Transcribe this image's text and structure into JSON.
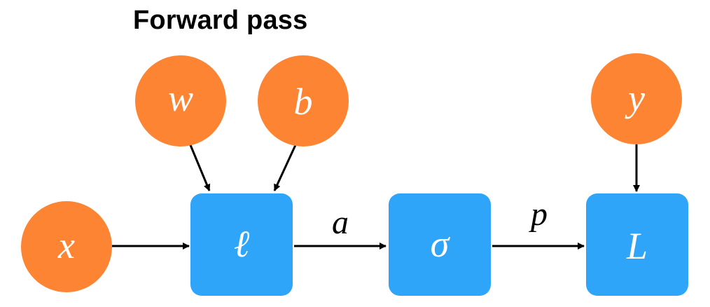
{
  "title": "Forward pass",
  "colors": {
    "input_node": "#FD8432",
    "op_node": "#2EA5F8",
    "arrow": "#000000",
    "text_on_node": "#FFFFFF"
  },
  "nodes": {
    "x": "x",
    "w": "w",
    "b": "b",
    "y": "y",
    "linear": "ℓ",
    "sigma": "σ",
    "loss": "L"
  },
  "edge_labels": {
    "a": "a",
    "p": "p"
  }
}
